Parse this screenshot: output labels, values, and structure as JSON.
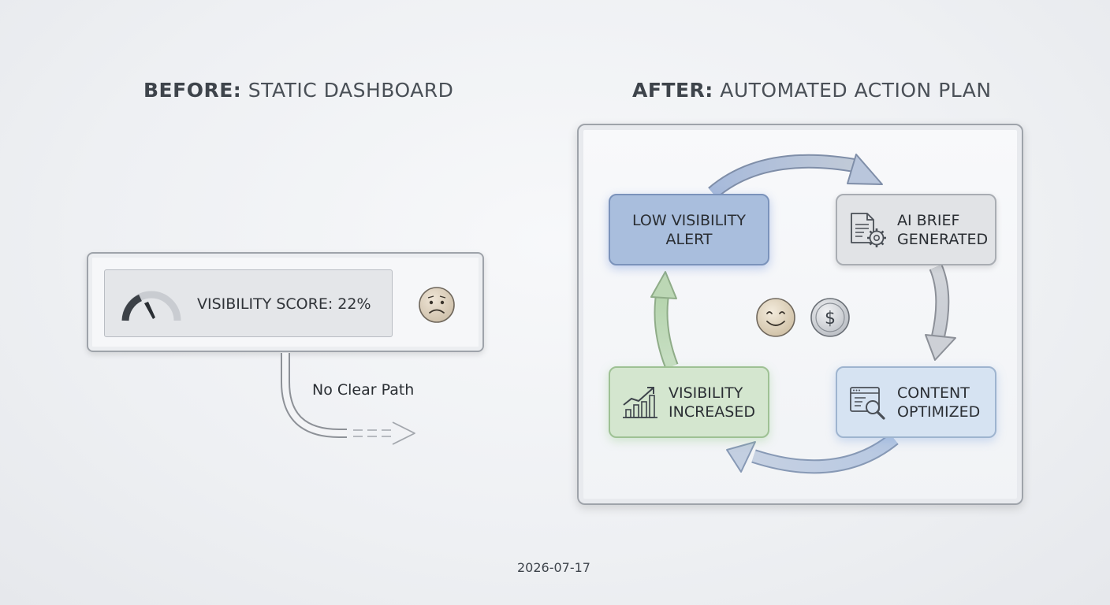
{
  "before": {
    "heading_bold": "BEFORE:",
    "heading_rest": "STATIC DASHBOARD",
    "score_label": "VISIBILITY SCORE: 22%",
    "score_percent": 22,
    "gauge_icon": "gauge-icon",
    "face_icon": "sad-face-icon",
    "path_label": "No Clear Path"
  },
  "after": {
    "heading_bold": "AFTER:",
    "heading_rest": "AUTOMATED ACTION PLAN",
    "nodes": [
      {
        "lines": [
          "LOW VISIBILITY",
          "ALERT"
        ],
        "color": "#a9bedd"
      },
      {
        "lines": [
          "AI BRIEF",
          "GENERATED"
        ],
        "icon": "document-gear-icon",
        "color": "#e1e3e6"
      },
      {
        "lines": [
          "CONTENT",
          "OPTIMIZED"
        ],
        "icon": "browser-magnifier-icon",
        "color": "#d6e3f2"
      },
      {
        "lines": [
          "VISIBILITY",
          "INCREASED"
        ],
        "icon": "growth-chart-icon",
        "color": "#d4e6cf"
      }
    ],
    "center_icons": [
      "smile-face-icon",
      "dollar-coin-icon"
    ],
    "dollar_symbol": "$"
  },
  "date": "2026-07-17"
}
